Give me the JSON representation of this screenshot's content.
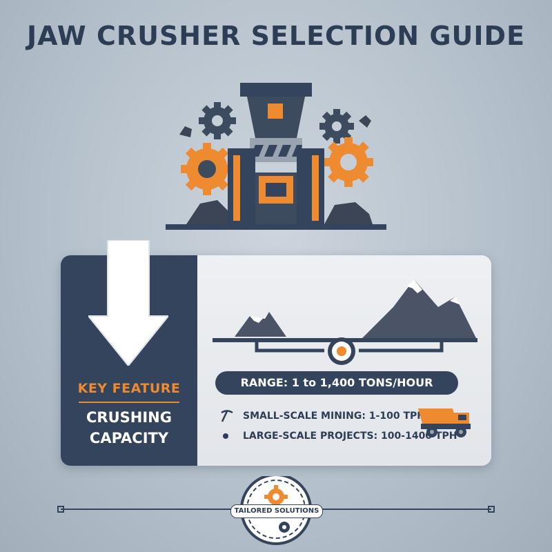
{
  "title": "JAW CRUSHER SELECTION GUIDE",
  "feature": {
    "label": "KEY FEATURE",
    "name_line1": "CRUSHING",
    "name_line2": "CAPACITY"
  },
  "range": "RANGE: 1 to 1,400 TONS/HOUR",
  "items": [
    {
      "icon": "pickaxe-icon",
      "text": "SMALL-SCALE MINING: 1-100 TPH"
    },
    {
      "icon": "bullet-icon",
      "text": "LARGE-SCALE PROJECTS: 100-1400 TPH"
    }
  ],
  "badge": "TAILORED SOLUTIONS",
  "colors": {
    "navy": "#33445c",
    "orange": "#ee8a2f",
    "background": "#b3bfca"
  }
}
